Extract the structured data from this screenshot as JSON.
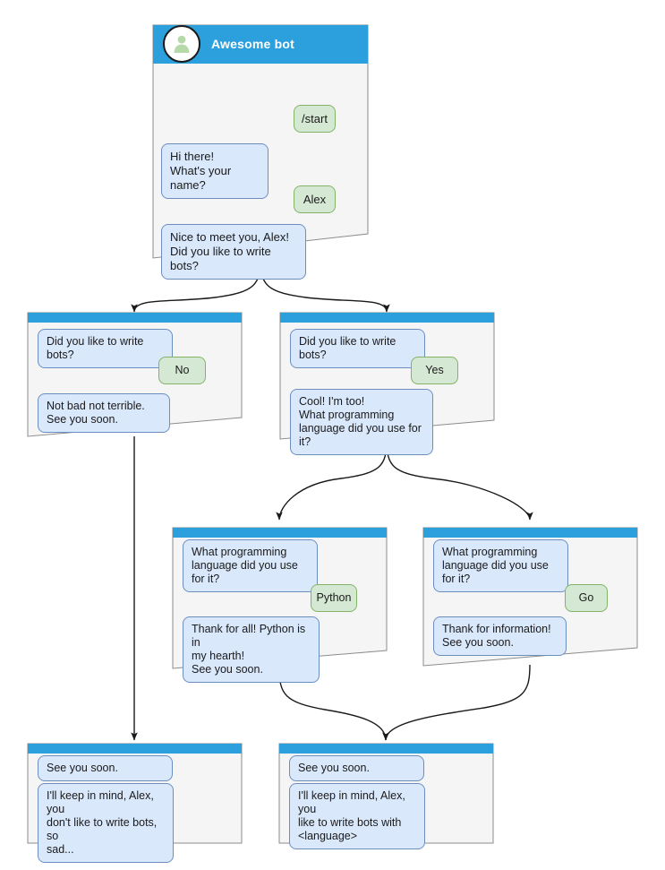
{
  "diagram": {
    "title": "Awesome bot conversation flow",
    "colors": {
      "header_blue": "#2ca0dc",
      "node_fill": "#f5f5f5",
      "node_stroke": "#8c8c8c",
      "bot_bubble_fill": "#dae8fc",
      "bot_bubble_stroke": "#6c8ebf",
      "user_bubble_fill": "#d5e8d4",
      "user_bubble_stroke": "#82b366",
      "edge_stroke": "#1a1a1a",
      "avatar_green": "#b5d9a8"
    }
  },
  "nodes": [
    {
      "id": "start",
      "header_title": "Awesome bot",
      "avatar_icon": "person-avatar-icon",
      "messages": [
        {
          "role": "user",
          "text": "/start"
        },
        {
          "role": "bot",
          "text": "Hi there!\nWhat's your name?"
        },
        {
          "role": "user",
          "text": "Alex"
        },
        {
          "role": "bot",
          "text": "Nice to meet you, Alex!\nDid you like to write bots?"
        }
      ]
    },
    {
      "id": "answer-no",
      "header_title": "",
      "messages": [
        {
          "role": "bot",
          "text": "Did you like to write bots?"
        },
        {
          "role": "user",
          "text": "No"
        },
        {
          "role": "bot",
          "text": "Not bad not terrible.\nSee you soon."
        }
      ]
    },
    {
      "id": "answer-yes",
      "header_title": "",
      "messages": [
        {
          "role": "bot",
          "text": "Did you like to write bots?"
        },
        {
          "role": "user",
          "text": "Yes"
        },
        {
          "role": "bot",
          "text": "Cool! I'm too!\nWhat programming\nlanguage did you use for it?"
        }
      ]
    },
    {
      "id": "lang-python",
      "header_title": "",
      "messages": [
        {
          "role": "bot",
          "text": "What programming\nlanguage did you use for it?"
        },
        {
          "role": "user",
          "text": "Python"
        },
        {
          "role": "bot",
          "text": "Thank for all! Python is in\nmy hearth!\nSee you soon."
        }
      ]
    },
    {
      "id": "lang-go",
      "header_title": "",
      "messages": [
        {
          "role": "bot",
          "text": "What programming\nlanguage did you use for it?"
        },
        {
          "role": "user",
          "text": "Go"
        },
        {
          "role": "bot",
          "text": "Thank for information!\nSee you soon."
        }
      ]
    },
    {
      "id": "end-sad",
      "header_title": "",
      "messages": [
        {
          "role": "bot",
          "text": "See you soon."
        },
        {
          "role": "bot",
          "text": "I'll keep in mind, Alex, you\ndon't like to write bots, so\nsad..."
        }
      ]
    },
    {
      "id": "end-happy",
      "header_title": "",
      "messages": [
        {
          "role": "bot",
          "text": "See you soon."
        },
        {
          "role": "bot",
          "text": "I'll keep in mind, Alex, you\nlike to write bots with\n<language>"
        }
      ]
    }
  ]
}
